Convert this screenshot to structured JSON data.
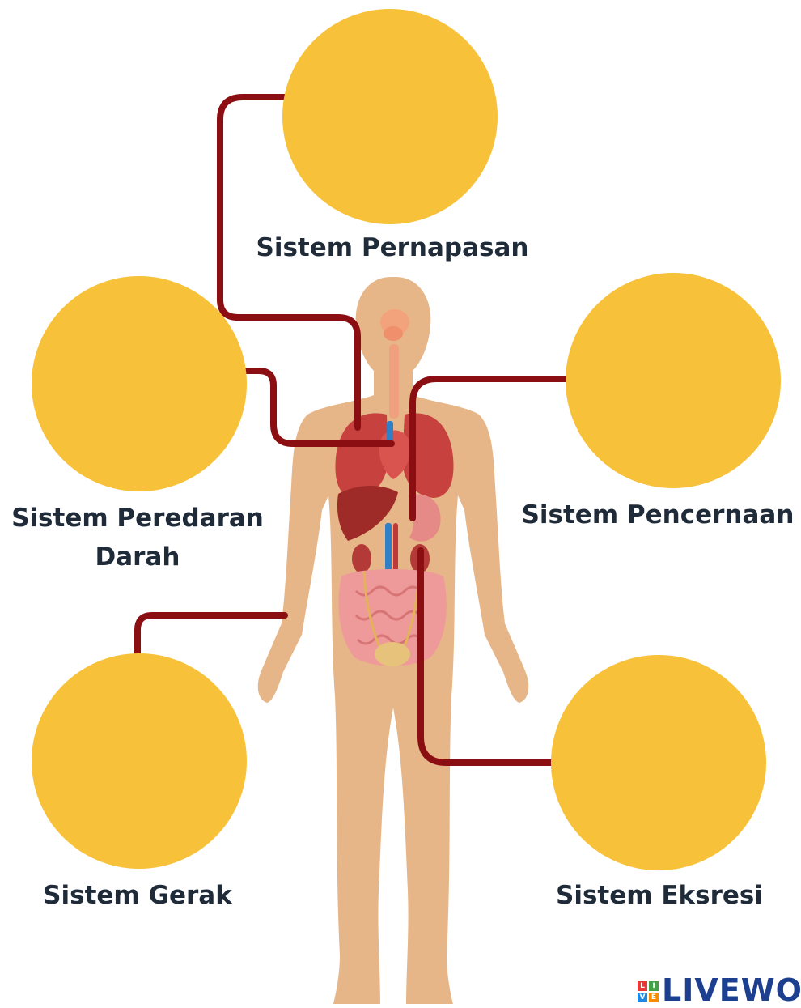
{
  "colors": {
    "circle": "#f8c13a",
    "connector": "#8b0f12",
    "skin": "#e6b688",
    "label": "#1f2b38",
    "logo_text": "#1d3f8f"
  },
  "systems": {
    "pernapasan": {
      "label_lines": [
        "Sistem Pernapasan"
      ]
    },
    "peredaran_darah": {
      "label_lines": [
        "Sistem Peredaran",
        "Darah"
      ]
    },
    "pencernaan": {
      "label_lines": [
        "Sistem Pencernaan"
      ]
    },
    "gerak": {
      "label_lines": [
        "Sistem Gerak"
      ]
    },
    "eksresi": {
      "label_lines": [
        "Sistem Eksresi"
      ]
    }
  },
  "logo": {
    "text": "LIVEWO",
    "tiles": [
      {
        "char": "L",
        "color": "#e53935"
      },
      {
        "char": "I",
        "color": "#43a047"
      },
      {
        "char": "V",
        "color": "#1e88e5"
      },
      {
        "char": "E",
        "color": "#fb8c00"
      }
    ]
  }
}
